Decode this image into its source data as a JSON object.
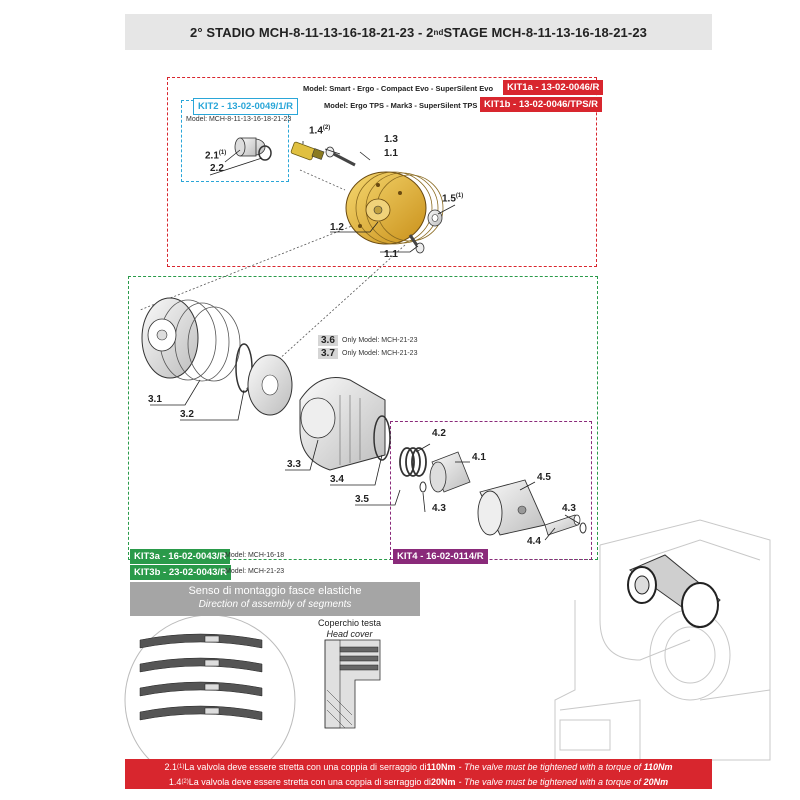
{
  "header": {
    "title_a": "2° STADIO MCH-8-11-13-16-18-21-23 - 2",
    "title_sup": "nd",
    "title_b": " STAGE MCH-8-11-13-16-18-21-23"
  },
  "kit1": {
    "model_a": "Model: Smart - Ergo - Compact Evo - SuperSilent Evo",
    "code_a": "KIT1a - 13-02-0046/R",
    "model_b": "Model: Ergo TPS - Mark3 - SuperSilent TPS",
    "code_b": "KIT1b - 13-02-0046/TPS/R"
  },
  "kit2": {
    "code": "KIT2 - 13-02-0049/1/R",
    "model": "Model: MCH-8-11-13-16-18-21-23"
  },
  "kit3": {
    "code_a": "KIT3a - 16-02-0043/R",
    "model_a": "Model: MCH-16-18",
    "code_b": "KIT3b - 23-02-0043/R",
    "model_b": "Model: MCH-21-23"
  },
  "kit4": {
    "code": "KIT4 - 16-02-0114/R"
  },
  "parts": {
    "p14": "1.4",
    "p14_sup": "(2)",
    "p13": "1.3",
    "p11a": "1.1",
    "p15": "1.5",
    "p15_sup": "(1)",
    "p12": "1.2",
    "p11b": "1.1",
    "p21": "2.1",
    "p21_sup": "(1)",
    "p22": "2.2",
    "p36": "3.6",
    "p36_note": "Only Model: MCH-21-23",
    "p37": "3.7",
    "p37_note": "Only Model: MCH-21-23",
    "p31": "3.1",
    "p32": "3.2",
    "p33": "3.3",
    "p34": "3.4",
    "p35": "3.5",
    "p42": "4.2",
    "p41": "4.1",
    "p45": "4.5",
    "p43a": "4.3",
    "p43b": "4.3",
    "p44": "4.4"
  },
  "assembly": {
    "title_it": "Senso di montaggio fasce elastiche",
    "title_en": "Direction of assembly of segments",
    "cover_it": "Coperchio testa",
    "cover_en": "Head cover"
  },
  "notes": {
    "n1_ref": "2.1",
    "n1_sup": "(1)",
    "n1_it": " La valvola deve essere stretta con una coppia di serraggio di ",
    "n1_val": "110Nm",
    "n1_en": "- The valve must be tightened with a torque of ",
    "n1_val_en": "110Nm",
    "n2_ref": "1.4",
    "n2_sup": "(2)",
    "n2_it": " La valvola deve essere stretta con una coppia di serraggio di ",
    "n2_val": "20Nm",
    "n2_en": "- The valve must be tightened with a torque of ",
    "n2_val_en": "20Nm"
  },
  "colors": {
    "red": "#d8262e",
    "blue": "#2aa6d8",
    "green": "#2a9a4a",
    "purple": "#8a2a7a",
    "gold": "#e8b830"
  }
}
